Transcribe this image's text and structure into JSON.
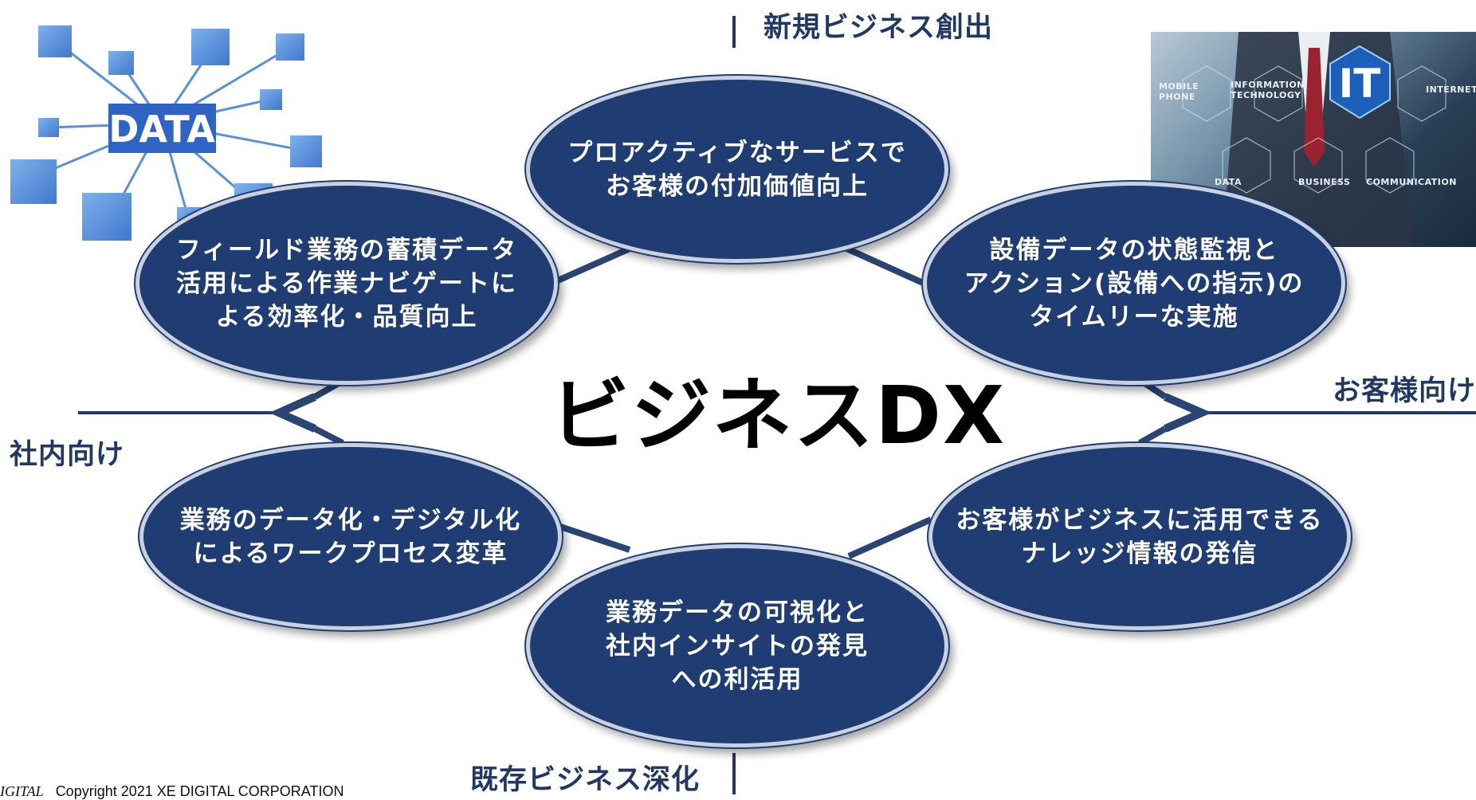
{
  "center_title": "ビジネスDX",
  "axes": {
    "top": "新規ビジネス創出",
    "bottom": "既存ビジネス深化",
    "left": "社内向け",
    "right": "お客様向け"
  },
  "bubbles": {
    "top": [
      "プロアクティブなサービスで",
      "お客様の付加価値向上"
    ],
    "upper_right": [
      "設備データの状態監視と",
      "アクション(設備への指示)の",
      "タイムリーな実施"
    ],
    "lower_right": [
      "お客様がビジネスに活用できる",
      "ナレッジ情報の発信"
    ],
    "bottom": [
      "業務データの可視化と",
      "社内インサイトの発見",
      "への利活用"
    ],
    "lower_left": [
      "業務のデータ化・デジタル化",
      "によるワークプロセス変革"
    ],
    "upper_left": [
      "フィールド業務の蓄積データ",
      "活用による作業ナビゲートに",
      "よる効率化・品質向上"
    ]
  },
  "data_image": {
    "label": "DATA"
  },
  "it_image": {
    "label": "IT",
    "keywords": [
      "MOBILE PHONE",
      "INFORMATION TECHNOLOGY",
      "INTERNET",
      "DATA",
      "BUSINESS",
      "COMMUNICATION"
    ]
  },
  "footer": {
    "logo_fragment": "IGITAL",
    "copyright": "Copyright 2021 XE DIGITAL CORPORATION"
  },
  "colors": {
    "bubble_fill": "#1f3c73",
    "connector": "#2a4573",
    "axis_line": "#1f3864",
    "data_blue": "#4a7fd0"
  }
}
